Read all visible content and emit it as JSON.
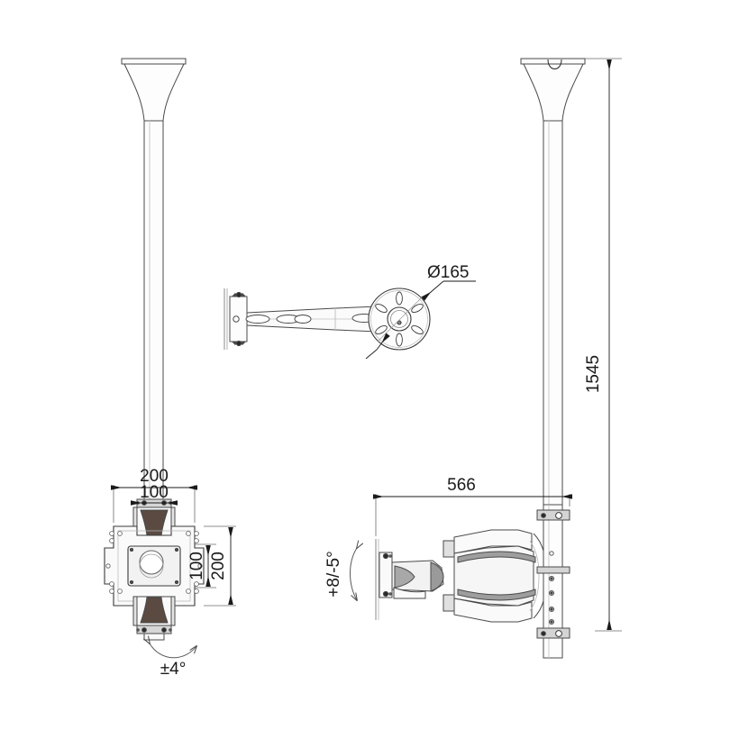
{
  "drawing": {
    "title": "Ceiling TV mount technical drawing",
    "background_color": "#ffffff",
    "line_color": "#3a3a3a",
    "dark_line_color": "#1a1a1a",
    "fill_light": "#e8e8e8",
    "fill_mid": "#c9c9c9",
    "fill_dark": "#8a8a8a"
  },
  "dimensions": {
    "height_total": "1545",
    "plate_diameter": "Ø165",
    "vesa_width_outer": "200",
    "vesa_width_inner": "100",
    "vesa_height_outer": "200",
    "vesa_height_inner": "100",
    "depth_extension": "566",
    "rotation_roll": "±4°",
    "tilt_angle": "+8/-5°"
  },
  "views": {
    "front_view_label": "front-elevation-left",
    "side_view_label": "side-elevation-right",
    "detail_view_label": "ceiling-plate-detail"
  }
}
